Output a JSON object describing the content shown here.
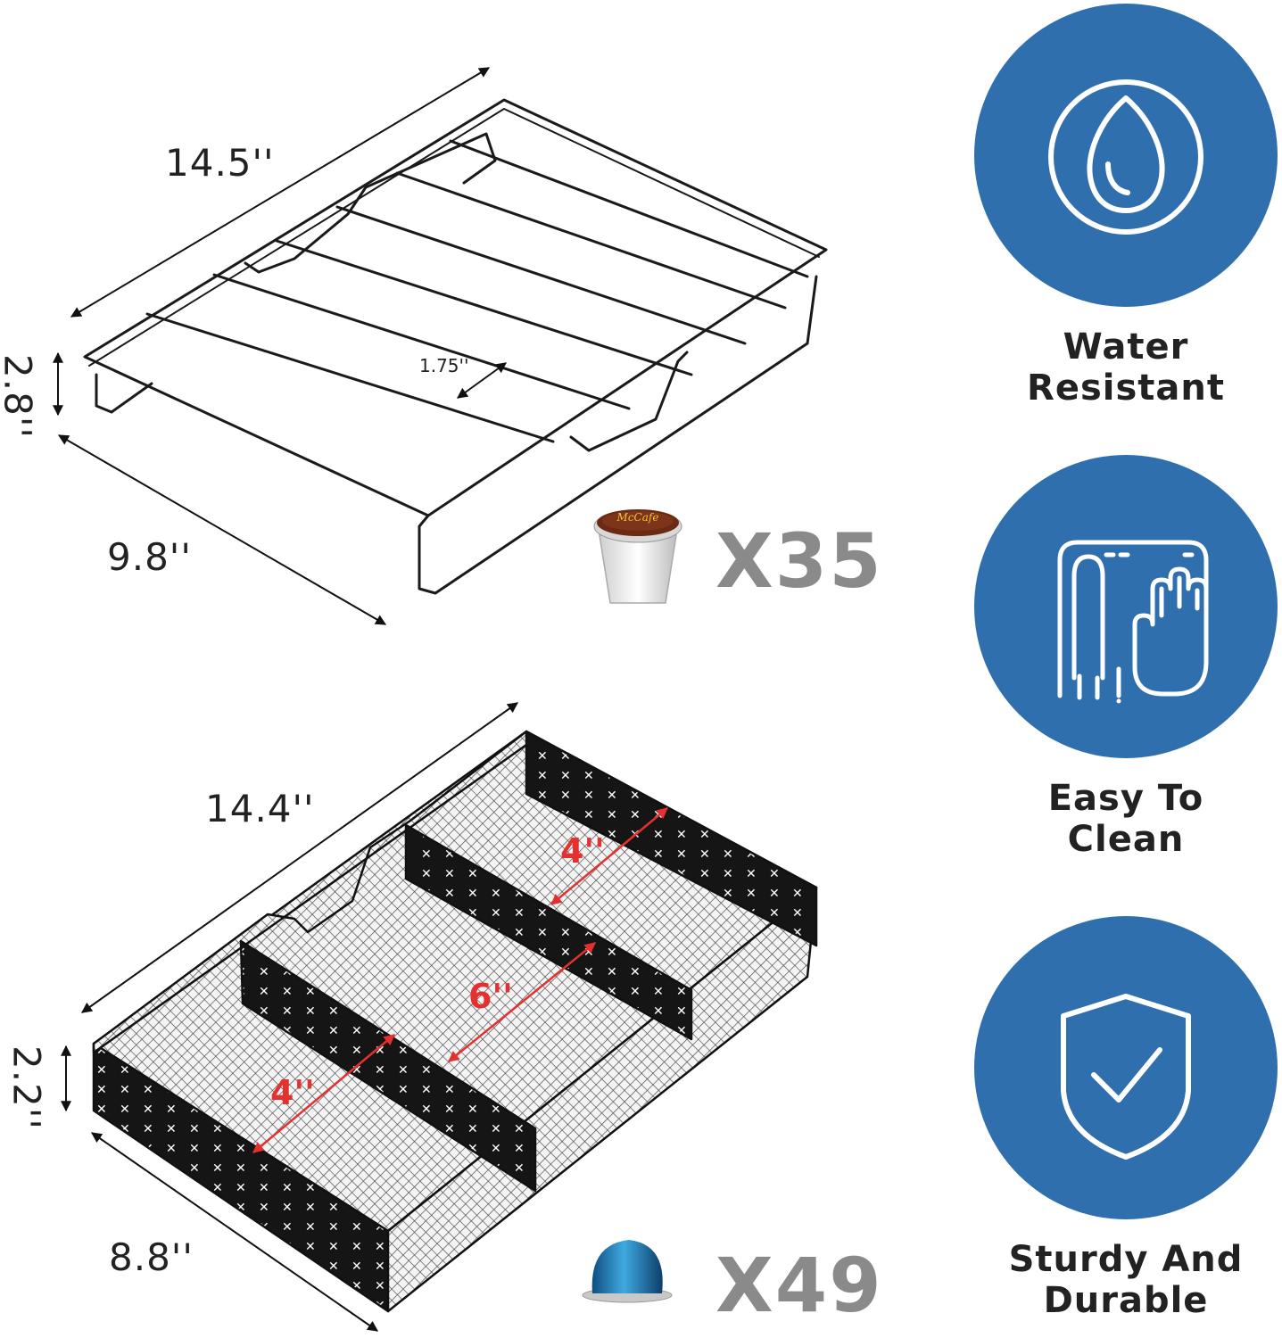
{
  "top_rack": {
    "length_label": "14.5''",
    "height_label": "2.8''",
    "width_label": "9.8''",
    "spacing_label": "1.75''",
    "capacity_label": "X35",
    "pod_icon": "kcup-pod-icon",
    "pod_brand": "McCafe"
  },
  "bottom_rack": {
    "length_label": "14.4''",
    "height_label": "2.2''",
    "width_label": "8.8''",
    "slot_a_label": "4''",
    "slot_b_label": "6''",
    "slot_c_label": "4''",
    "capacity_label": "X49",
    "pod_icon": "vertuo-pod-icon"
  },
  "features": [
    {
      "icon": "water-drop-icon",
      "line1": "Water",
      "line2": "Resistant"
    },
    {
      "icon": "hand-wipe-icon",
      "line1": "Easy To",
      "line2": "Clean"
    },
    {
      "icon": "shield-check-icon",
      "line1": "Sturdy And",
      "line2": "Durable"
    }
  ],
  "colors": {
    "feature_circle": "#2f6fad",
    "capacity_text": "#8a8a8a",
    "spacing_arrow": "#e53030",
    "rack_metal": "#1a1a1a"
  }
}
